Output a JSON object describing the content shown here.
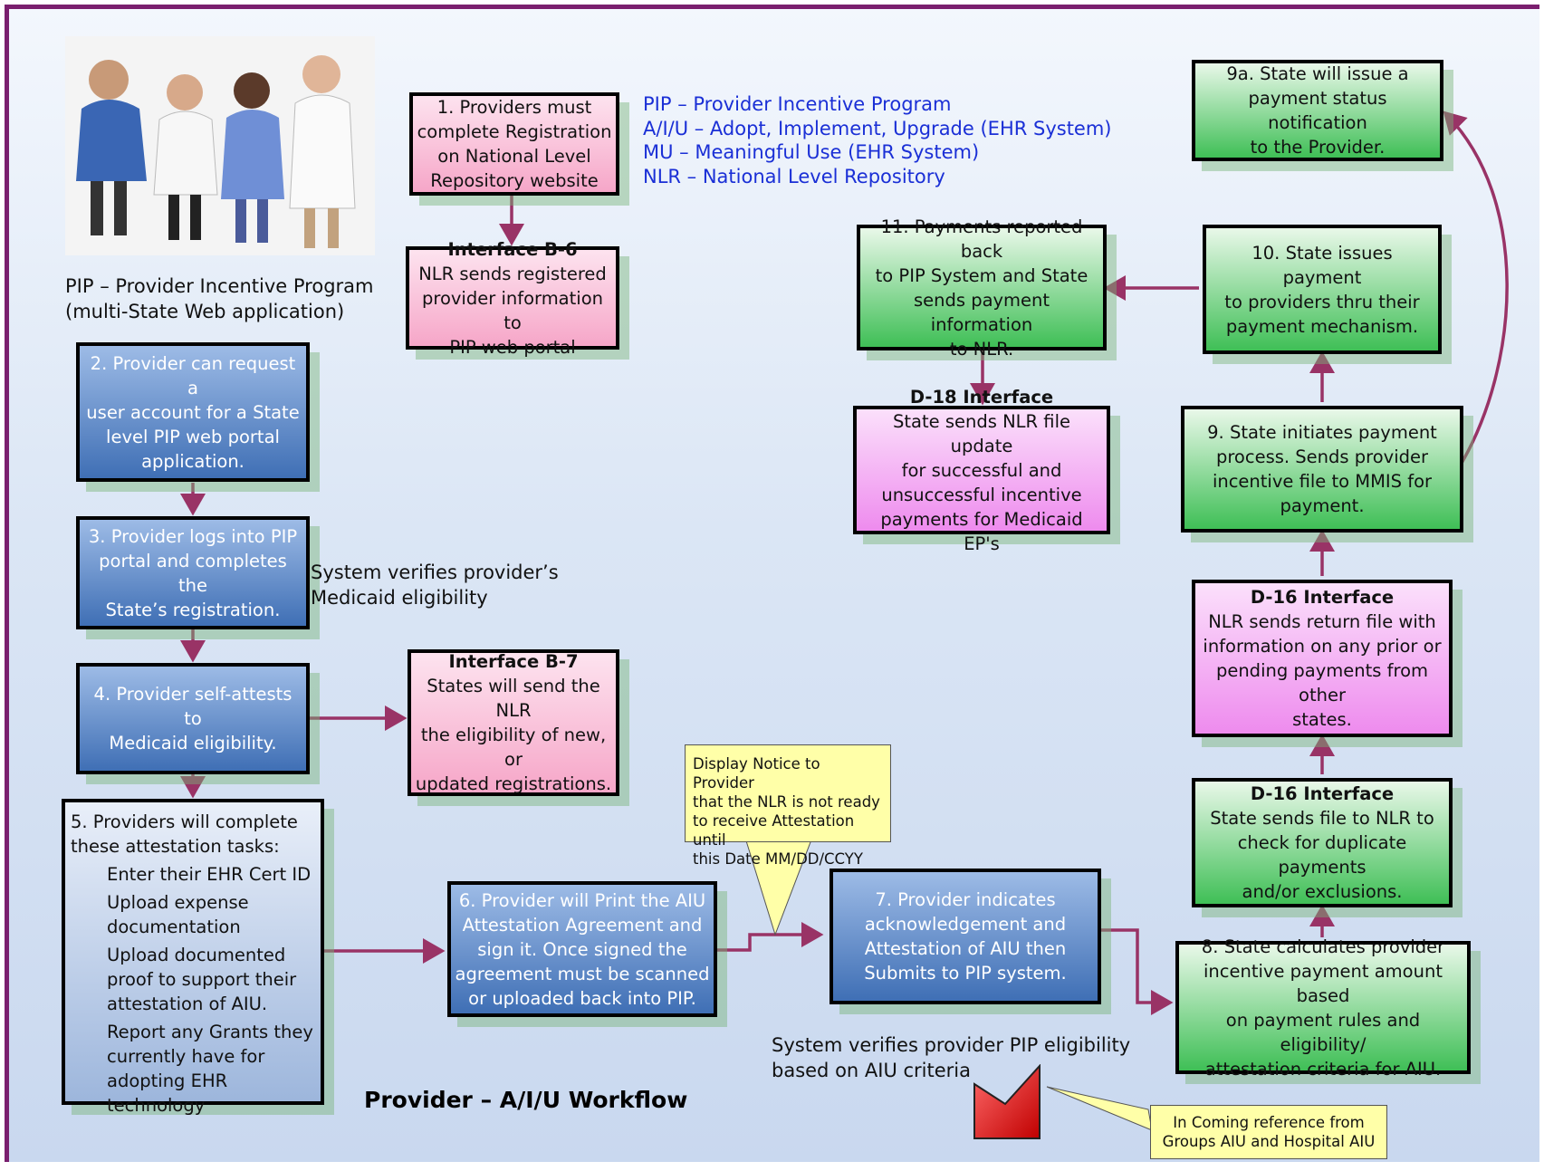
{
  "title": "Provider – A/I/U Workflow",
  "pip_caption": [
    "PIP – Provider Incentive Program",
    "(multi-State Web application)"
  ],
  "legend": [
    "PIP – Provider Incentive Program",
    "A/I/U – Adopt, Implement, Upgrade (EHR System)",
    "MU – Meaningful Use (EHR System)",
    "NLR – National Level Repository"
  ],
  "boxes": {
    "step1": [
      "1. Providers must",
      "complete Registration",
      "on National Level",
      "Repository website"
    ],
    "b6": {
      "head": "Interface B-6",
      "lines": [
        "NLR sends registered",
        "provider information to",
        "PIP web portal"
      ]
    },
    "step2": [
      "2. Provider can request a",
      "user account for a State",
      "level PIP web portal",
      "application."
    ],
    "step3": [
      "3. Provider logs into PIP",
      "portal and completes the",
      "State’s registration."
    ],
    "step4": [
      "4. Provider self-attests to",
      "Medicaid eligibility."
    ],
    "b7": {
      "head": "Interface B-7",
      "lines": [
        "States will send the NLR",
        "the eligibility of new, or",
        "updated registrations."
      ]
    },
    "step5": {
      "lines": [
        "5. Providers will complete",
        "these attestation tasks:"
      ],
      "tasks": [
        [
          "Enter their EHR Cert ID"
        ],
        [
          "Upload expense",
          "documentation"
        ],
        [
          "Upload documented",
          "proof to support their",
          "attestation of AIU."
        ],
        [
          "Report any Grants they",
          "currently have for",
          "adopting EHR technology"
        ]
      ]
    },
    "step6": [
      "6. Provider will Print the AIU",
      "Attestation Agreement and",
      "sign it. Once signed the",
      "agreement must be scanned",
      "or uploaded back into PIP."
    ],
    "step7": [
      "7.  Provider indicates",
      "acknowledgement and",
      "Attestation of AIU then",
      "Submits to PIP system."
    ],
    "step8": [
      "8. State calculates provider",
      "incentive payment amount based",
      "on payment rules and eligibility/",
      "attestation criteria for AIU."
    ],
    "d16a": {
      "head": "D-16 Interface",
      "lines": [
        "State sends file to NLR to",
        "check for duplicate payments",
        "and/or exclusions."
      ]
    },
    "d16b": {
      "head": "D-16 Interface",
      "lines": [
        "NLR sends return file with",
        "information on any prior or",
        "pending payments from other",
        "states."
      ]
    },
    "step9": [
      "9. State initiates payment",
      "process. Sends provider",
      "incentive file to MMIS for",
      "payment."
    ],
    "step10": [
      "10.  State issues payment",
      "to providers thru their",
      "payment mechanism."
    ],
    "step9a": [
      "9a. State will issue a",
      "payment status notification",
      "to the Provider."
    ],
    "step11": [
      "11. Payments reported back",
      "to PIP System and State",
      "sends payment information",
      "to NLR."
    ],
    "d18": {
      "head": "D-18 Interface",
      "lines": [
        "State sends NLR file update",
        "for successful and",
        "unsuccessful incentive",
        "payments for Medicaid EP's"
      ]
    }
  },
  "notes": {
    "verify_medicaid": [
      "System verifies provider’s",
      "Medicaid eligibility"
    ],
    "verify_pip": [
      "System verifies provider PIP eligibility",
      "based on AIU criteria"
    ]
  },
  "callouts": {
    "notice": [
      "Display Notice to Provider",
      "that the NLR is not ready",
      "to receive Attestation until",
      "this Date MM/DD/CCYY"
    ],
    "incoming": [
      "In Coming reference from",
      "Groups AIU and Hospital AIU"
    ]
  },
  "colors": {
    "border": "#7a1f6e",
    "arrow": "#993366",
    "legend": "#1a2fd6"
  }
}
